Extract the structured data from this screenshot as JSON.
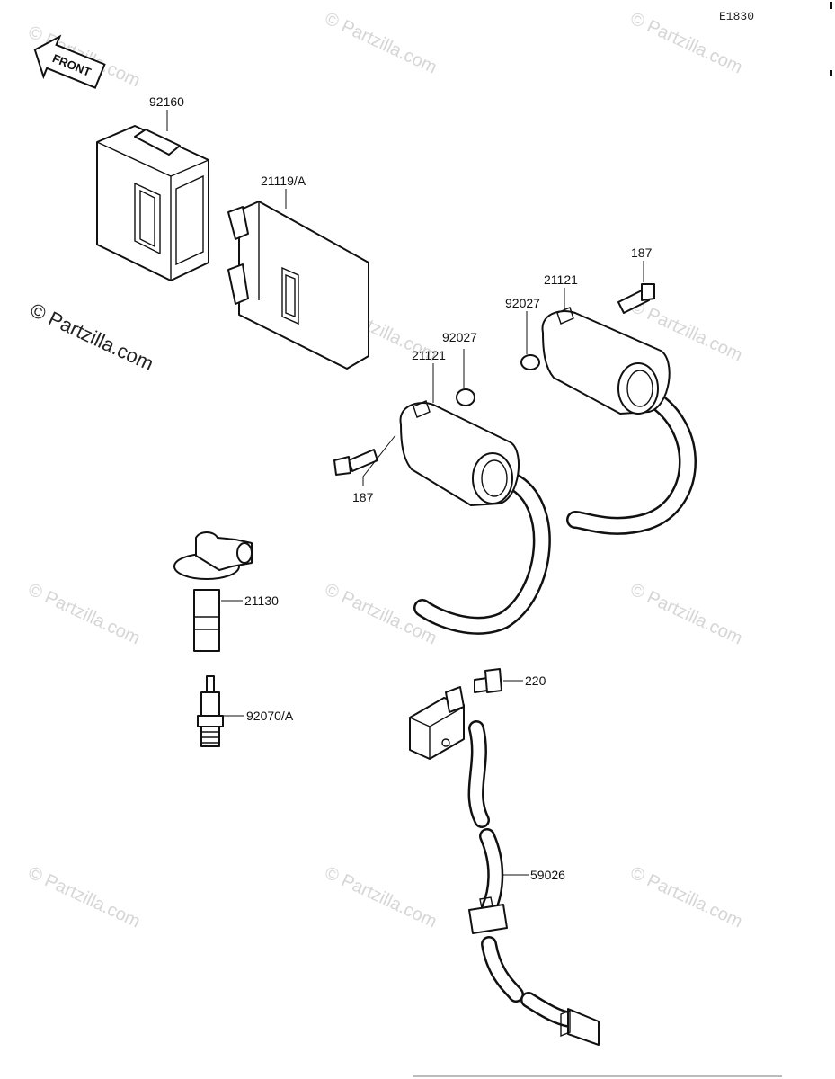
{
  "diagram_code": "E1830",
  "front_arrow": {
    "label": "FRONT"
  },
  "watermark": {
    "text": "© Partzilla.com"
  },
  "callouts": {
    "c92160": "92160",
    "c21119": "21119/A",
    "c187a": "187",
    "c21121a": "21121",
    "c92027a": "92027",
    "c92027b": "92027",
    "c21121b": "21121",
    "c187b": "187",
    "c21130": "21130",
    "c92070": "92070/A",
    "c220": "220",
    "c59026": "59026"
  }
}
